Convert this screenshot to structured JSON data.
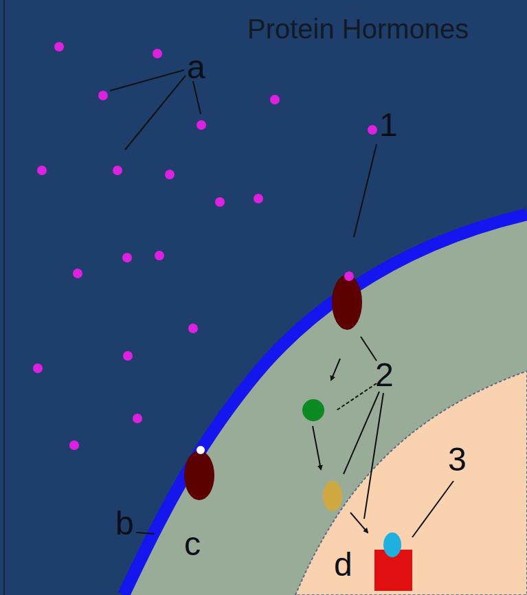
{
  "diagram": {
    "title": "Protein Hormones",
    "labels": [
      "a",
      "1",
      "2",
      "3",
      "b",
      "c",
      "d"
    ]
  }
}
